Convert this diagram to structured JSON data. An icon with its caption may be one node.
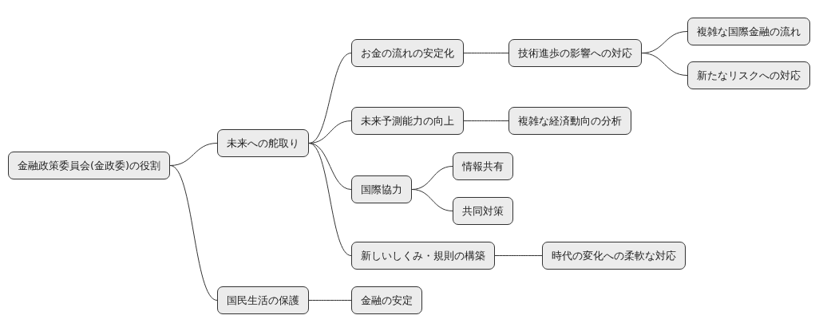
{
  "diagram": {
    "nodes": [
      {
        "text": [
          "金融政策委員会(金政委)の役割"
        ]
      },
      {
        "text": [
          "未来への舵取り"
        ]
      },
      {
        "text": [
          "国民生活の保護"
        ]
      },
      {
        "text": [
          "お金の流れの安定化"
        ]
      },
      {
        "text": [
          "技術進歩の影響への対応"
        ]
      },
      {
        "text": [
          "複雑な国際金融の流れ"
        ]
      },
      {
        "text": [
          "新たなリスクへの対応"
        ]
      },
      {
        "text": [
          "未来予測能力の向上"
        ]
      },
      {
        "text": [
          "複雑な経済動向の分析"
        ]
      },
      {
        "text": [
          "国際協力"
        ]
      },
      {
        "text": [
          "情報共有"
        ]
      },
      {
        "text": [
          "共同対策"
        ]
      },
      {
        "text": [
          "新しいしくみ・規則の構築"
        ]
      },
      {
        "text": [
          "時代の変化への柔軟な対応"
        ]
      },
      {
        "text": [
          "金融の安定"
        ]
      }
    ],
    "edges": [
      {
        "from": 0,
        "to": 1,
        "arrow": "none"
      },
      {
        "from": 0,
        "to": 2,
        "arrow": "none"
      },
      {
        "from": 1,
        "to": 3,
        "arrow": "none"
      },
      {
        "from": 3,
        "to": 4,
        "arrow": "none"
      },
      {
        "from": 4,
        "to": 5,
        "arrow": "none"
      },
      {
        "from": 4,
        "to": 6,
        "arrow": "none"
      },
      {
        "from": 1,
        "to": 7,
        "arrow": "none"
      },
      {
        "from": 7,
        "to": 8,
        "arrow": "none"
      },
      {
        "from": 1,
        "to": 9,
        "arrow": "none"
      },
      {
        "from": 9,
        "to": 10,
        "arrow": "none"
      },
      {
        "from": 9,
        "to": 11,
        "arrow": "none"
      },
      {
        "from": 1,
        "to": 12,
        "arrow": "none"
      },
      {
        "from": 12,
        "to": 13,
        "arrow": "none"
      },
      {
        "from": 2,
        "to": 14,
        "arrow": "none"
      }
    ]
  }
}
